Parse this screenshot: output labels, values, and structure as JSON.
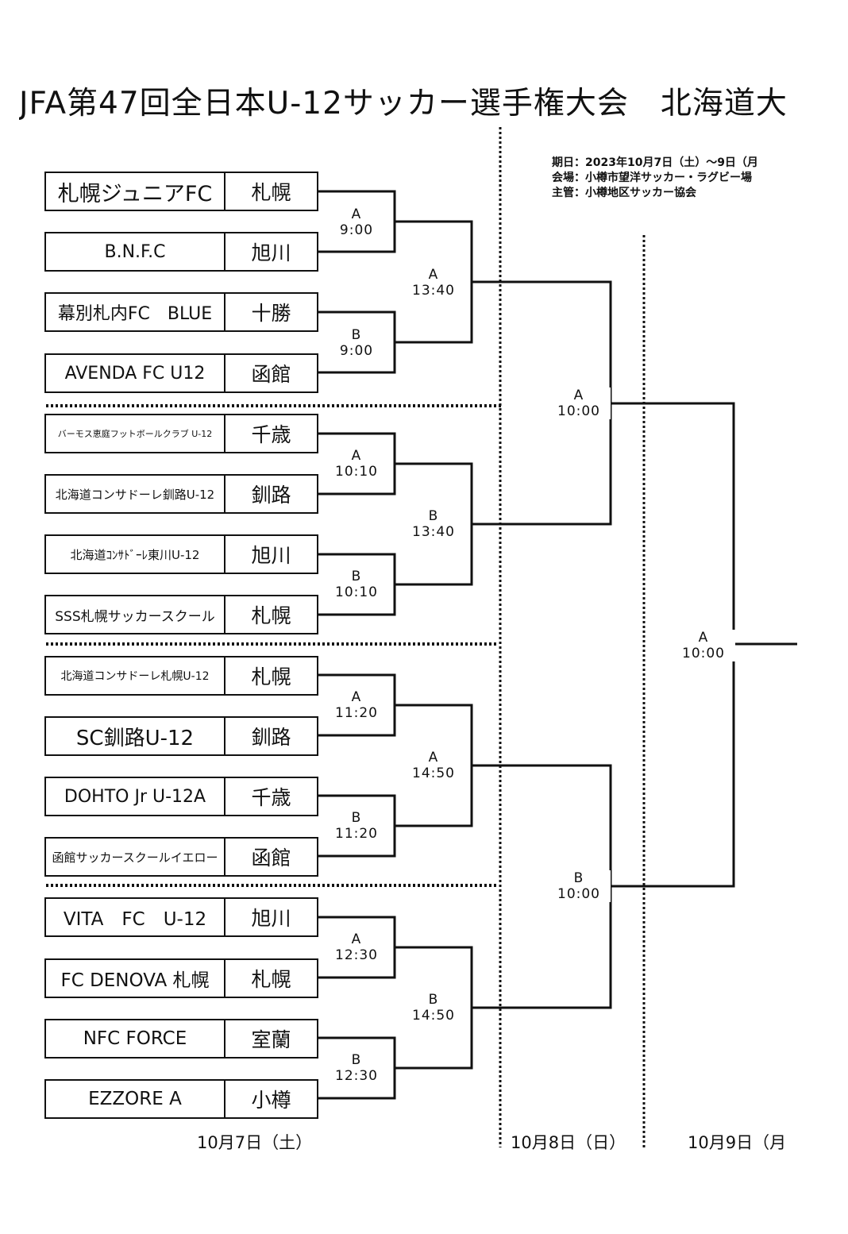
{
  "title": "JFA第47回全日本U-12サッカー選手権大会　北海道大",
  "info": {
    "period": "期日：2023年10月7日（土）～9日（月",
    "venue": "会場：小樽市望洋サッカー・ラグビー場",
    "host": "主管：小樽地区サッカー協会"
  },
  "teams": [
    {
      "name": "札幌ジュニアFC",
      "region": "札幌"
    },
    {
      "name": "B.N.F.C",
      "region": "旭川"
    },
    {
      "name": "幕別札内FC　BLUE",
      "region": "十勝"
    },
    {
      "name": "AVENDA FC U12",
      "region": "函館"
    },
    {
      "name": "バーモス恵庭フットボールクラブ U-12",
      "region": "千歳"
    },
    {
      "name": "北海道コンサドーレ釧路U-12",
      "region": "釧路"
    },
    {
      "name": "北海道ｺﾝｻﾄﾞｰﾚ東川U-12",
      "region": "旭川"
    },
    {
      "name": "SSS札幌サッカースクール",
      "region": "札幌"
    },
    {
      "name": "北海道コンサドーレ札幌U-12",
      "region": "札幌"
    },
    {
      "name": "SC釧路U-12",
      "region": "釧路"
    },
    {
      "name": "DOHTO Jr U-12A",
      "region": "千歳"
    },
    {
      "name": "函館サッカースクールイエロー",
      "region": "函館"
    },
    {
      "name": "VITA　FC　U-12",
      "region": "旭川"
    },
    {
      "name": "FC DENOVA 札幌",
      "region": "札幌"
    },
    {
      "name": "NFC FORCE",
      "region": "室蘭"
    },
    {
      "name": "EZZORE A",
      "region": "小樽"
    }
  ],
  "round1": [
    {
      "court": "A",
      "time": "9:00"
    },
    {
      "court": "B",
      "time": "9:00"
    },
    {
      "court": "A",
      "time": "10:10"
    },
    {
      "court": "B",
      "time": "10:10"
    },
    {
      "court": "A",
      "time": "11:20"
    },
    {
      "court": "B",
      "time": "11:20"
    },
    {
      "court": "A",
      "time": "12:30"
    },
    {
      "court": "B",
      "time": "12:30"
    }
  ],
  "round2": [
    {
      "court": "A",
      "time": "13:40"
    },
    {
      "court": "B",
      "time": "13:40"
    },
    {
      "court": "A",
      "time": "14:50"
    },
    {
      "court": "B",
      "time": "14:50"
    }
  ],
  "round3": [
    {
      "court": "A",
      "time": "10:00"
    },
    {
      "court": "B",
      "time": "10:00"
    }
  ],
  "round4": [
    {
      "court": "A",
      "time": "10:00"
    }
  ],
  "dates": {
    "day1": "10月7日（土）",
    "day2": "10月8日（日）",
    "day3": "10月9日（月"
  }
}
